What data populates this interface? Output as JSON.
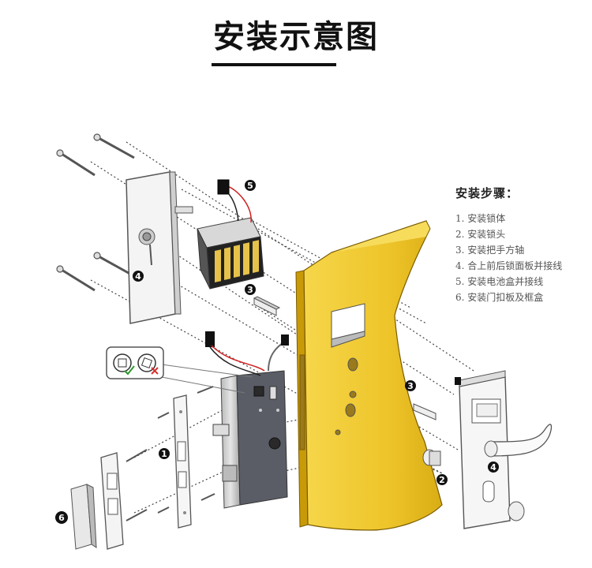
{
  "title": "安装示意图",
  "steps": {
    "heading": "安装步骤：",
    "items": [
      "1. 安装锁体",
      "2. 安装锁头",
      "3. 安装把手方轴",
      "4. 合上前后锁面板并接线",
      "5. 安装电池盒并接线",
      "6. 安装门扣板及框盒"
    ]
  },
  "callouts": {
    "c1": "1",
    "c2": "2",
    "c3": "3",
    "c4": "4",
    "c5": "5",
    "c6": "6"
  },
  "colors": {
    "door_face": "#f2cc2c",
    "door_edge": "#dcae10",
    "door_side": "#c89a08",
    "outline": "#555555",
    "badge": "#111111",
    "check": "#2a9a2a",
    "cross": "#d83030",
    "wire_red": "#d02020"
  },
  "icons": [
    "screw-icon",
    "battery-box-icon",
    "connector-icon",
    "handle-icon",
    "cylinder-icon",
    "spindle-icon",
    "check-icon",
    "cross-icon"
  ]
}
